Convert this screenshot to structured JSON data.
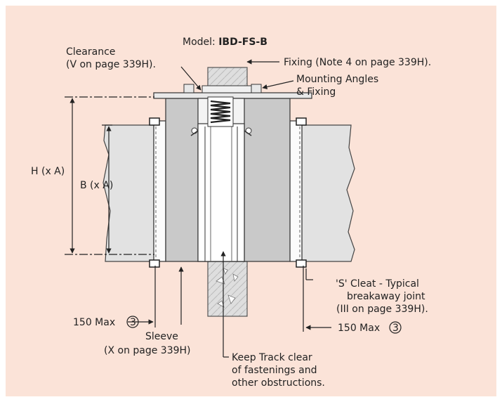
{
  "title": {
    "prefix": "Model: ",
    "model": "IBD-FS-B"
  },
  "labels": {
    "clearance": [
      "Clearance",
      "(V on page 339H)."
    ],
    "fixing": "Fixing (Note 4 on page 339H).",
    "mounting": [
      "Mounting Angles",
      "& Fixing"
    ],
    "h": "H (x A)",
    "b": "B (x A)",
    "s_cleat": [
      "'S' Cleat - Typical",
      "breakaway joint",
      "(III on page 339H)."
    ],
    "max_left": "150 Max",
    "max_right": "150 Max",
    "circled_num": "3",
    "sleeve": [
      "Sleeve",
      "(X on page 339H)"
    ],
    "keep_track": [
      "Keep Track clear",
      "of fastenings and",
      "other obstructions."
    ]
  },
  "colors": {
    "background": "#fbe3d8",
    "duct": "#e1e1e1",
    "sleeve": "#c9c9c9",
    "line": "#222222"
  }
}
